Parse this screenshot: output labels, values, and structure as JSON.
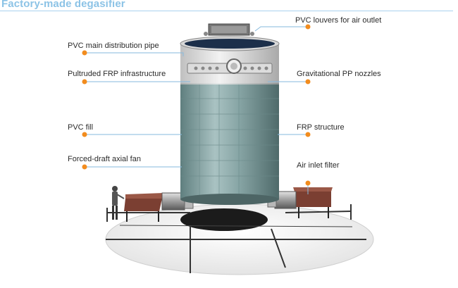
{
  "title": "Factory-made degasifier",
  "labels": {
    "louvers": "PVC louvers for air outlet",
    "main_pipe": "PVC main distribution pipe",
    "frp_infra": "Pultruded FRP infrastructure",
    "nozzles": "Gravitational PP nozzles",
    "fill": "PVC fill",
    "frp_structure": "FRP structure",
    "fan": "Forced-draft axial fan",
    "inlet_filter": "Air inlet filter"
  },
  "colors": {
    "accent_orange": "#f28c1e",
    "title_blue": "#8cc3e6",
    "leader_blue": "#86b9dd"
  }
}
